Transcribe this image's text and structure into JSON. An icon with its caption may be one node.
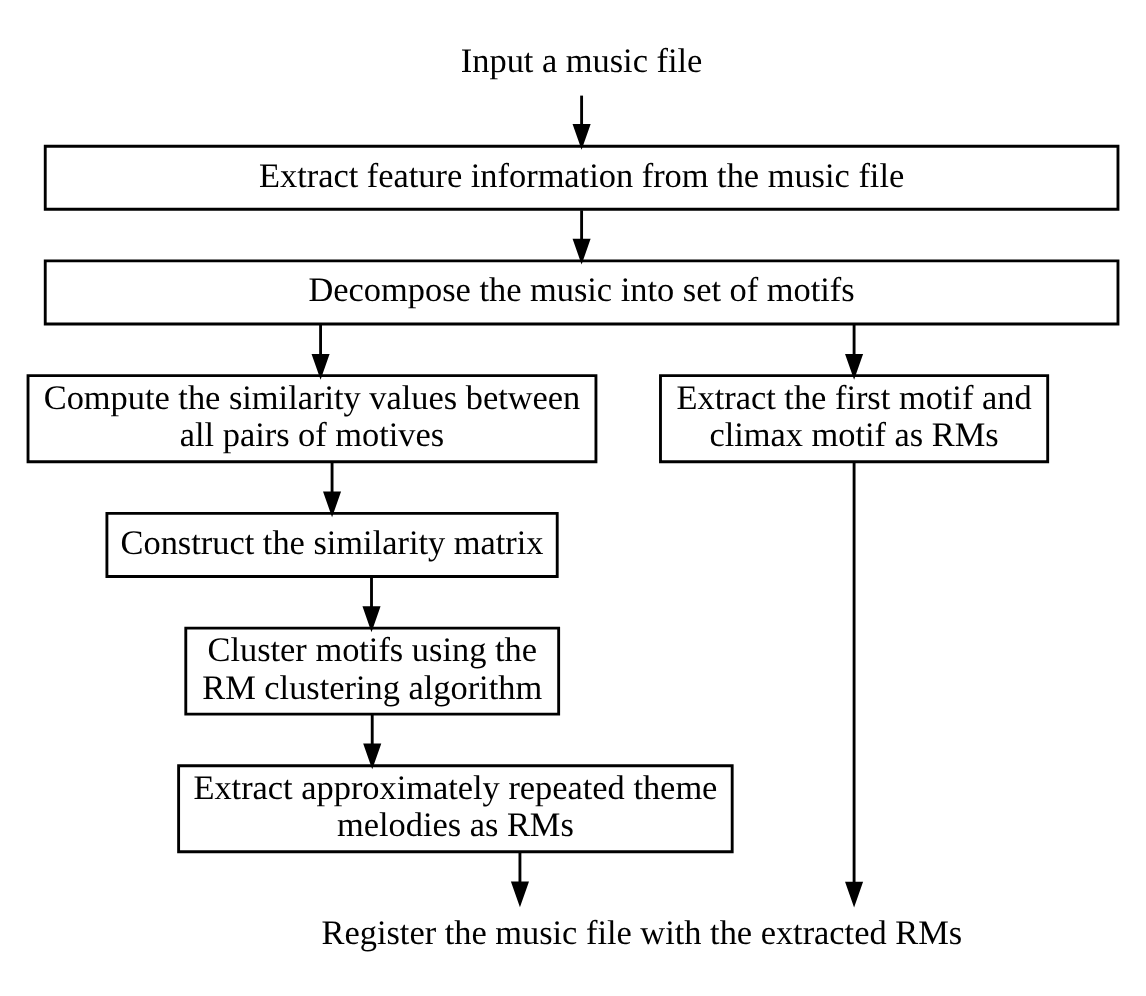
{
  "diagram": {
    "nodes": [
      {
        "text": [
          "Input a music file"
        ]
      },
      {
        "text": [
          "Extract feature information from the music file"
        ]
      },
      {
        "text": [
          "Decompose the music into set of motifs"
        ]
      },
      {
        "text": [
          "Compute the similarity values between all pairs of motives"
        ]
      },
      {
        "text": [
          "Extract the first motif and climax motif as RMs"
        ]
      },
      {
        "text": [
          "Construct the similarity matrix"
        ]
      },
      {
        "text": [
          "Cluster motifs using the RM clustering algorithm"
        ]
      },
      {
        "text": [
          "Extract approximately repeated theme melodies as RMs"
        ]
      },
      {
        "text": [
          "Register the music file with the extracted RMs"
        ]
      }
    ],
    "edges": [
      {
        "from": 0,
        "to": 1,
        "arrow": "to"
      },
      {
        "from": 1,
        "to": 2,
        "arrow": "to"
      },
      {
        "from": 2,
        "to": 3,
        "arrow": "to"
      },
      {
        "from": 2,
        "to": 4,
        "arrow": "to"
      },
      {
        "from": 3,
        "to": 5,
        "arrow": "to"
      },
      {
        "from": 5,
        "to": 6,
        "arrow": "to"
      },
      {
        "from": 6,
        "to": 7,
        "arrow": "to"
      },
      {
        "from": 7,
        "to": 8,
        "arrow": "to"
      },
      {
        "from": 4,
        "to": 8,
        "arrow": "to"
      }
    ]
  }
}
